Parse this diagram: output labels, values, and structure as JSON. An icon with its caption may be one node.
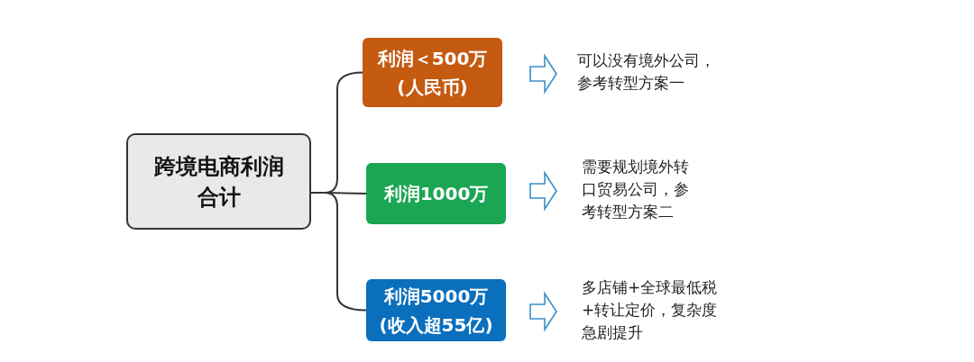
{
  "diagram": {
    "nodes": [
      {
        "text": [
          "跨境电商利润合计"
        ]
      },
      {
        "text": [
          "利润＜500万 (人民币)"
        ]
      },
      {
        "text": [
          "利润1000万"
        ]
      },
      {
        "text": [
          "利润5000万 (收入超55亿)"
        ]
      },
      {
        "text": [
          "可以没有境外公司，参考转型方案一"
        ]
      },
      {
        "text": [
          "需要规划境外转口贸易公司，参考转型方案二"
        ]
      },
      {
        "text": [
          "多店铺+全球最低税+转让定价，复杂度急剧提升"
        ]
      }
    ],
    "edges": [
      {
        "from": 0,
        "to": 1,
        "arrow": "none"
      },
      {
        "from": 0,
        "to": 2,
        "arrow": "none"
      },
      {
        "from": 0,
        "to": 3,
        "arrow": "none"
      },
      {
        "from": 1,
        "to": 4,
        "arrow": "to"
      },
      {
        "from": 2,
        "to": 5,
        "arrow": "to"
      },
      {
        "from": 3,
        "to": 6,
        "arrow": "to"
      }
    ]
  }
}
